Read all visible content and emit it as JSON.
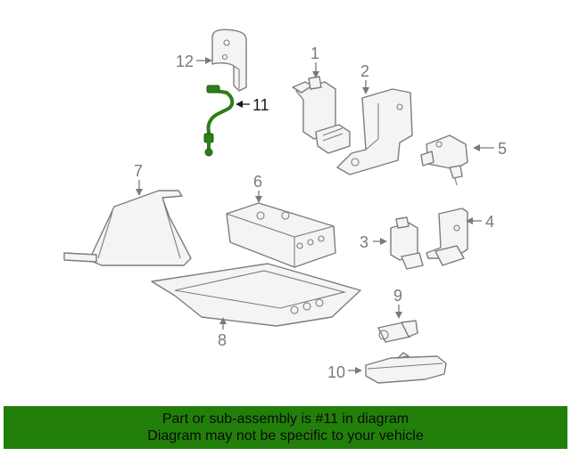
{
  "diagram": {
    "callouts": [
      "1",
      "2",
      "3",
      "4",
      "5",
      "6",
      "7",
      "8",
      "9",
      "10",
      "11",
      "12"
    ],
    "highlighted_part": "11",
    "highlight_color": "#2f7d1a"
  },
  "banner": {
    "line1": "Part or sub-assembly is #11 in diagram",
    "line2": "Diagram may not be specific to your vehicle",
    "background": "#22800a"
  }
}
